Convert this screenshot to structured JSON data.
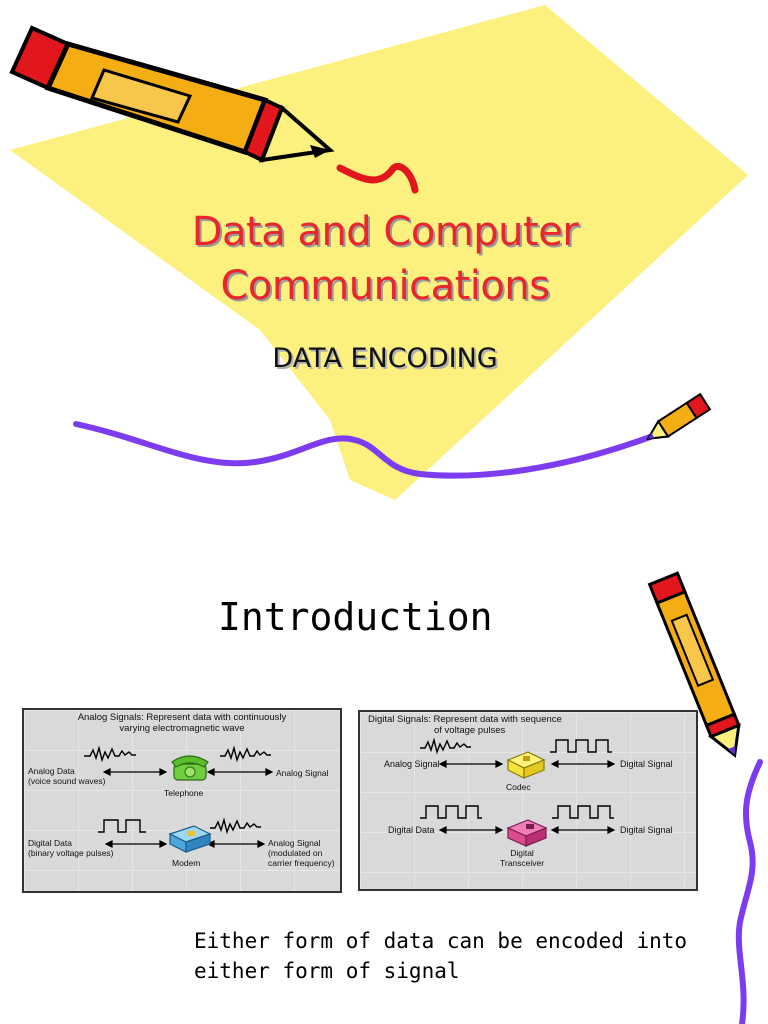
{
  "slide1": {
    "title_line1": "Data and Computer",
    "title_line2": "Communications",
    "subtitle": "DATA ENCODING",
    "colors": {
      "background_shape": "#fcf07e",
      "title": "#e8262b",
      "wavy_line": "#7d3cf0",
      "pencil_body": "#f5ad14",
      "pencil_tip": "#e2171d"
    }
  },
  "slide2": {
    "heading": "Introduction",
    "caption_line1": "Either form of data can be encoded into",
    "caption_line2": "either form of signal",
    "analog_panel": {
      "header_line1": "Analog Signals: Represent data with continuously",
      "header_line2": "varying electromagnetic wave",
      "row1_left_line1": "Analog Data",
      "row1_left_line2": "(voice sound waves)",
      "row1_device": "Telephone",
      "row1_right": "Analog Signal",
      "row2_left_line1": "Digital Data",
      "row2_left_line2": "(binary voltage pulses)",
      "row2_device": "Modem",
      "row2_right_line1": "Analog Signal",
      "row2_right_line2": "(modulated on",
      "row2_right_line3": "carrier frequency)"
    },
    "digital_panel": {
      "header_line1": "Digital Signals: Represent data with sequence",
      "header_line2": "of voltage pulses",
      "row1_left": "Analog Signal",
      "row1_device": "Codec",
      "row1_right": "Digital Signal",
      "row2_left": "Digital Data",
      "row2_device_line1": "Digital",
      "row2_device_line2": "Transceiver",
      "row2_right": "Digital Signal"
    }
  }
}
